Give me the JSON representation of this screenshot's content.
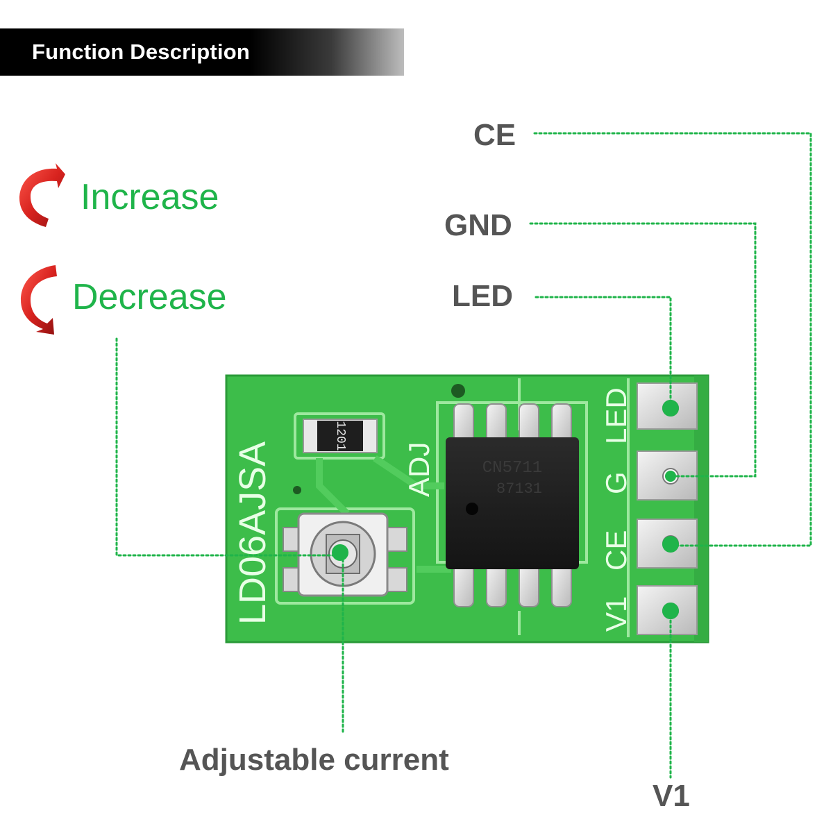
{
  "header": {
    "title": "Function Description"
  },
  "legend": {
    "increase": {
      "label": "Increase",
      "icon": "increase-arrow-icon"
    },
    "decrease": {
      "label": "Decrease",
      "icon": "decrease-arrow-icon"
    }
  },
  "pins": {
    "ce": "CE",
    "gnd": "GND",
    "led": "LED",
    "v1": "V1"
  },
  "potentiometer": {
    "label": "Adjustable current"
  },
  "board": {
    "model": "LD06AJSA",
    "adj_silk": "ADJ",
    "resistor_code": "1201",
    "chip_line1": "CN5711",
    "chip_line2": "87131",
    "pin_silk": [
      "LED",
      "G",
      "CE",
      "V1"
    ]
  },
  "colors": {
    "accent_green": "#1fb44a",
    "arrow_red": "#d8231f",
    "label_gray": "#555555",
    "pcb_green": "#3dbd4a"
  }
}
